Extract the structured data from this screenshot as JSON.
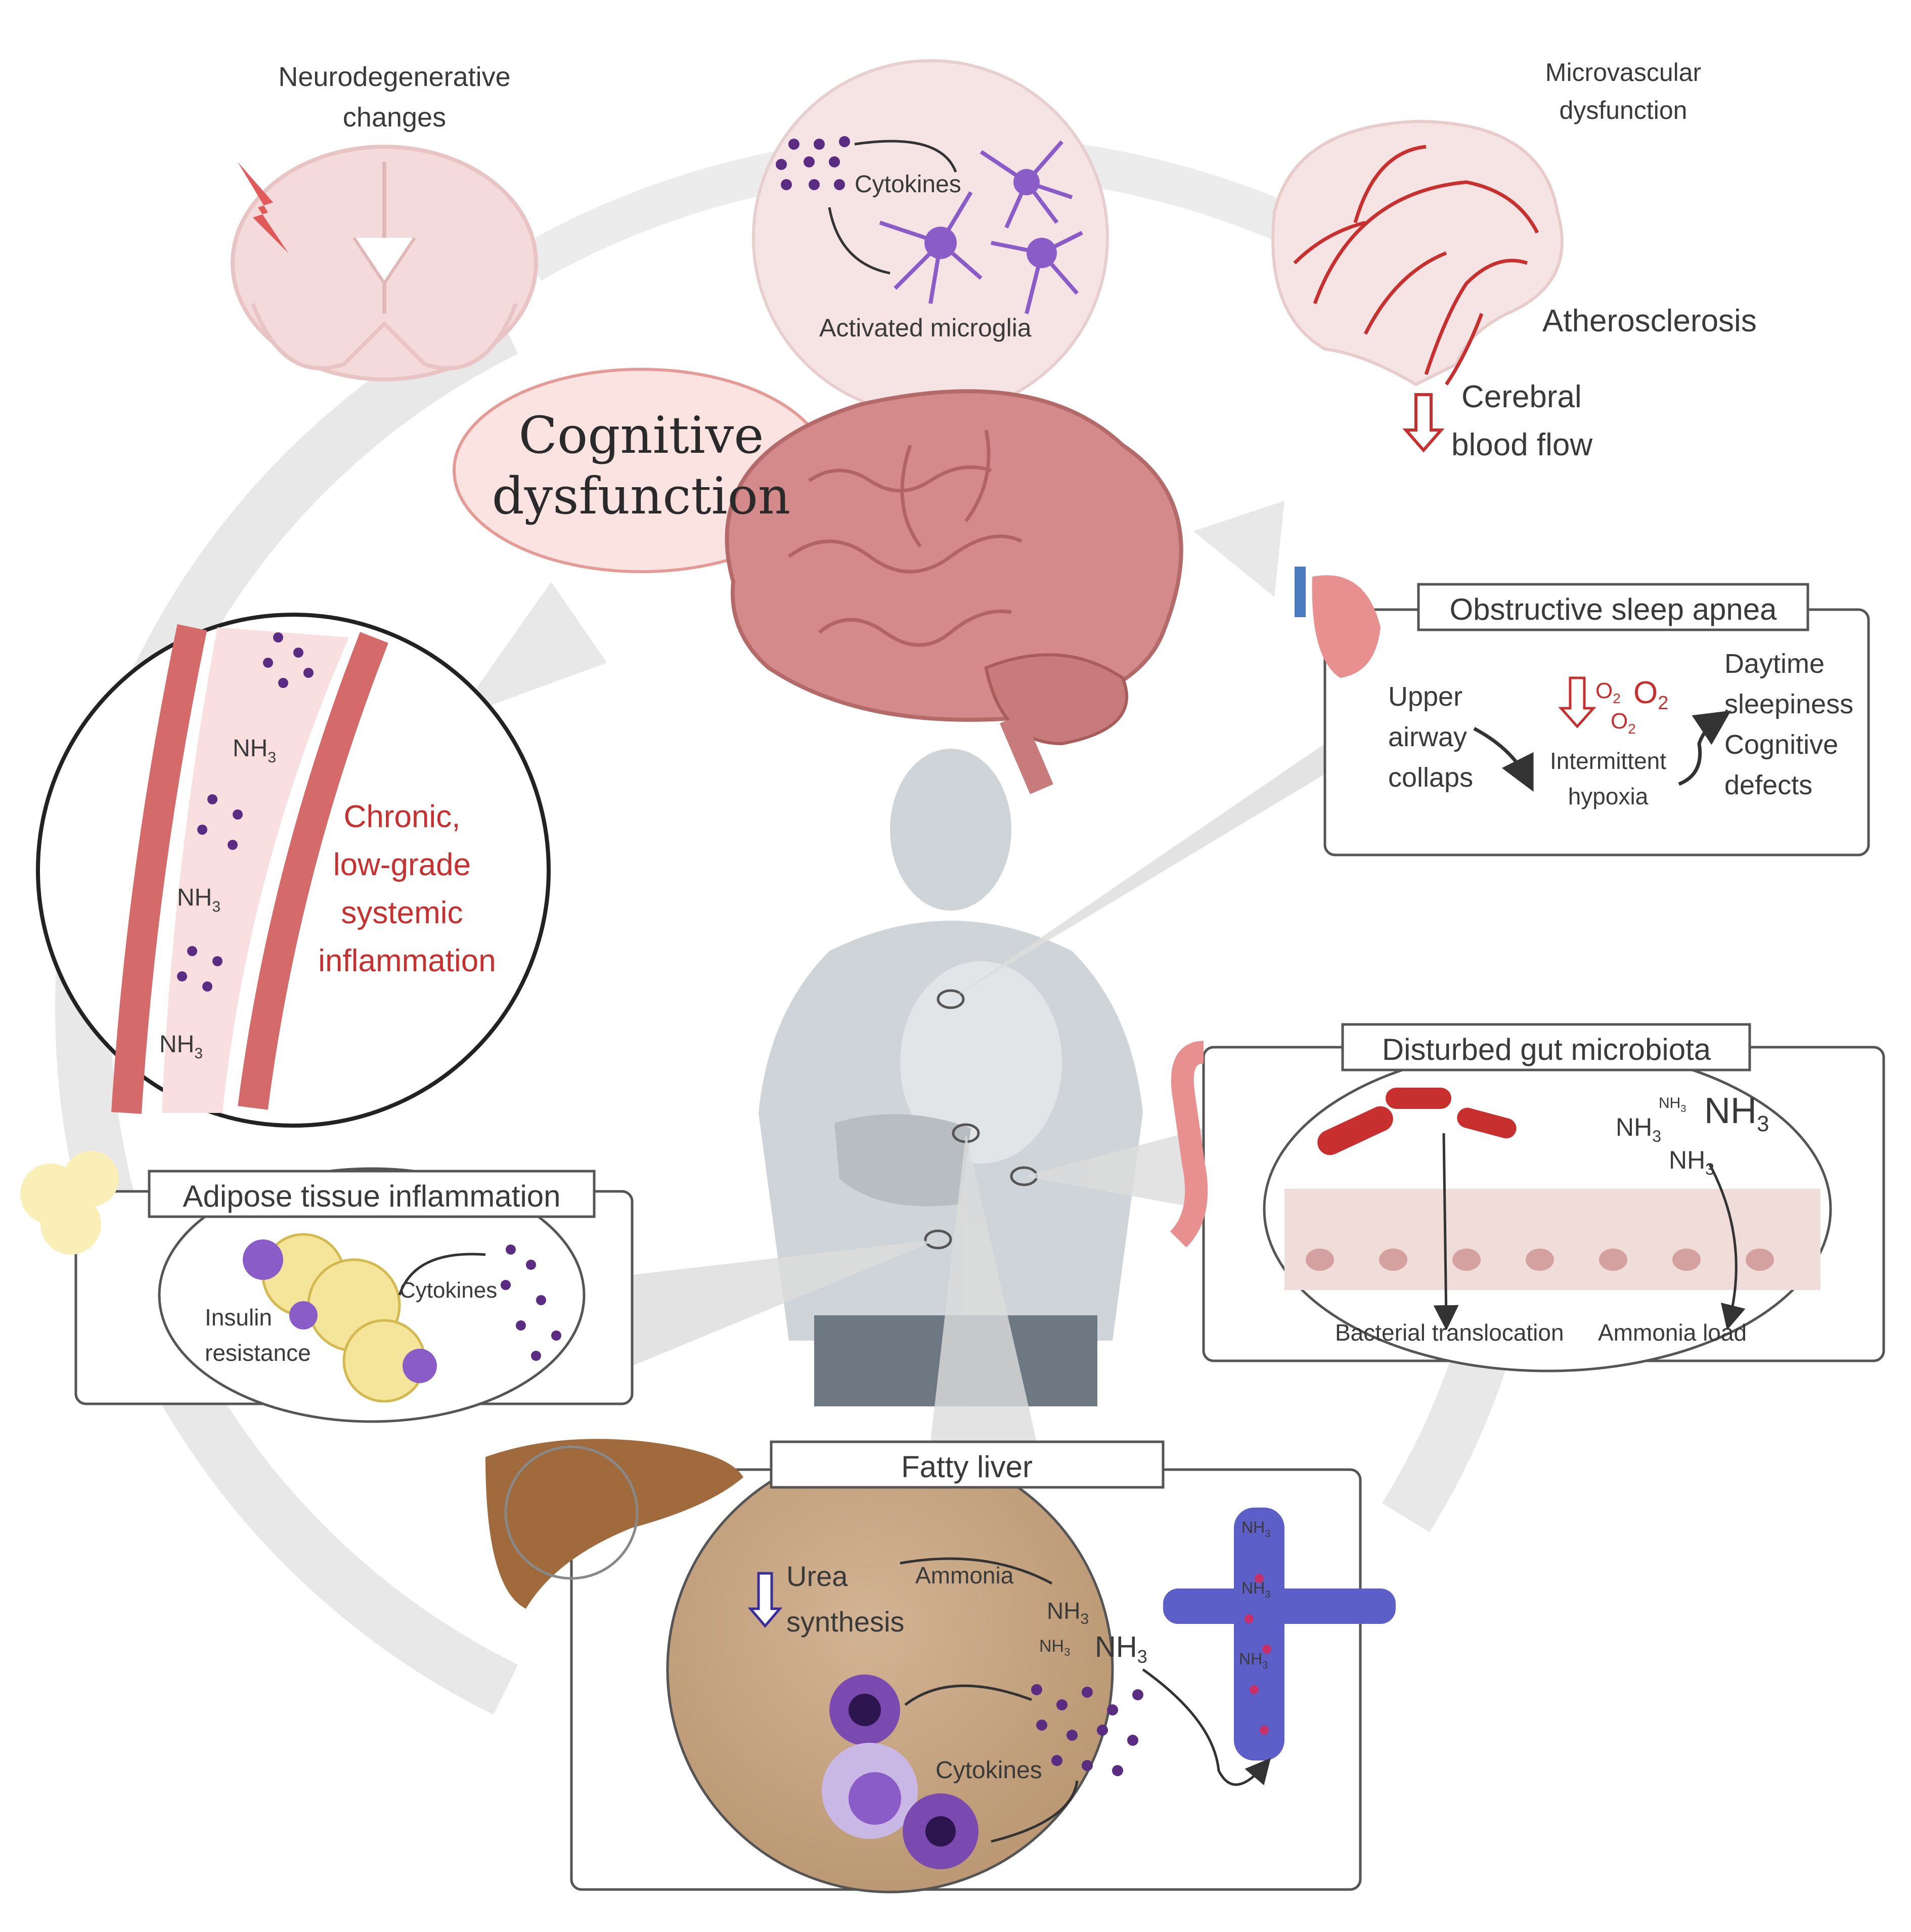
{
  "title": {
    "line1": "Cognitive",
    "line2": "dysfunction"
  },
  "top": {
    "neuro": {
      "line1": "Neurodegenerative",
      "line2": "changes"
    },
    "microglia": {
      "cytokines": "Cytokines",
      "activated": "Activated microglia"
    },
    "micro": {
      "line1": "Microvascular",
      "line2": "dysfunction",
      "athero": "Atherosclerosis",
      "cbf1": "Cerebral",
      "cbf2": "blood flow"
    }
  },
  "inflammation": {
    "nh3": [
      "NH",
      "NH",
      "NH"
    ],
    "sub3": "3",
    "lines": [
      "Chronic,",
      "low-grade",
      "systemic",
      "inflammation"
    ]
  },
  "osa": {
    "title": "Obstructive sleep apnea",
    "upper": [
      "Upper",
      "airway",
      "collaps"
    ],
    "o2": {
      "a": "O",
      "b": "O",
      "c": "O",
      "sub": "2"
    },
    "hypoxia": [
      "Intermittent",
      "hypoxia"
    ],
    "outcome": [
      "Daytime",
      "sleepiness",
      "Cognitive",
      "defects"
    ]
  },
  "gut": {
    "title": "Disturbed gut microbiota",
    "nh": "NH",
    "sub": "3",
    "bacterial": "Bacterial translocation",
    "ammonia": "Ammonia load"
  },
  "adipose": {
    "title": "Adipose tissue inflammation",
    "cytokines": "Cytokines",
    "insulin": [
      "Insulin",
      "resistance"
    ]
  },
  "liver": {
    "title": "Fatty liver",
    "urea": [
      "Urea",
      "synthesis"
    ],
    "ammonia": "Ammonia",
    "nh": "NH",
    "sub": "3",
    "cytokines": "Cytokines"
  },
  "colors": {
    "red": "#c8302f",
    "purple": "#5a2d82",
    "liver": "#c4a484",
    "vein": "#5b5fc7",
    "arrow": "#e6e6e6"
  }
}
